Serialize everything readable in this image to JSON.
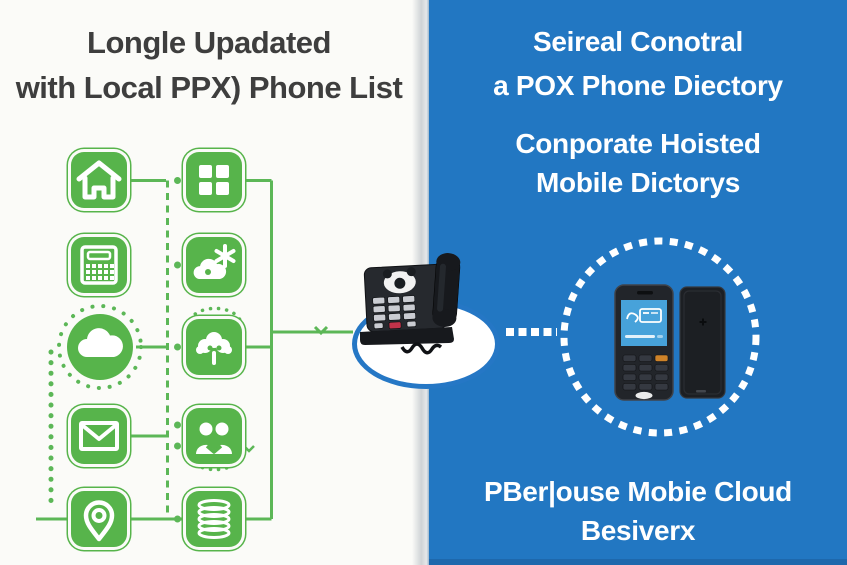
{
  "colors": {
    "icon_green": "#57b44b",
    "line_green": "#5cb757",
    "panel_blue": "#2277c2",
    "panel_blue_bottom": "#1e68ac",
    "ellipse_ring_blue": "#2577c5",
    "left_title_text": "#3e3e3e",
    "right_text": "#ffffff"
  },
  "left_panel": {
    "title_line1": "Longle Upadated",
    "title_line2": "with Local PPX) Phone List",
    "icon_column1": [
      "home-icon",
      "calculator-icon",
      "cloud-icon",
      "envelope-icon",
      "location-pin-icon"
    ],
    "icon_column2": [
      "app-grid-icon",
      "cloud-snowflake-icon",
      "tree-icon",
      "team-icon",
      "database-icon"
    ]
  },
  "center": {
    "device": "desk-phone-illustration"
  },
  "right_panel": {
    "heading_top_line1": "Seireal Conotral",
    "heading_top_line2": "a POX Phone Diectory",
    "heading_mid_line1": "Conporate Hoisted",
    "heading_mid_line2": "Mobile Dictorys",
    "heading_bottom_line1": "PBer|ouse Mobie Cloud",
    "heading_bottom_line2": "Besiverx",
    "device": "mobile-phone-front-and-back-illustration"
  }
}
